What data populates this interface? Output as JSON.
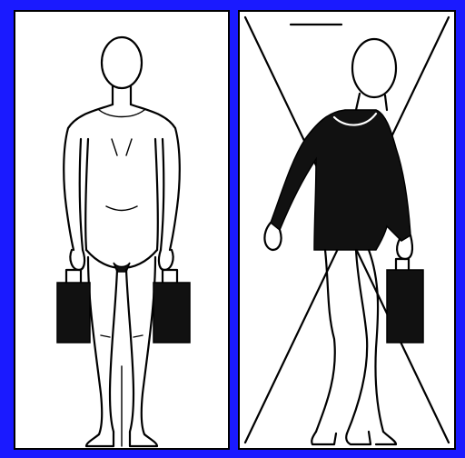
{
  "figure": {
    "panels": [
      {
        "id": "left",
        "content": "front-view-even-load"
      },
      {
        "id": "right",
        "content": "side-view-uneven-load-crossed"
      }
    ],
    "colors": {
      "border": "#1a1aff",
      "ink": "#000000",
      "paper": "#ffffff"
    },
    "icons": [
      "standing-figure-icon",
      "briefcase-icon",
      "cross-out-icon"
    ]
  }
}
